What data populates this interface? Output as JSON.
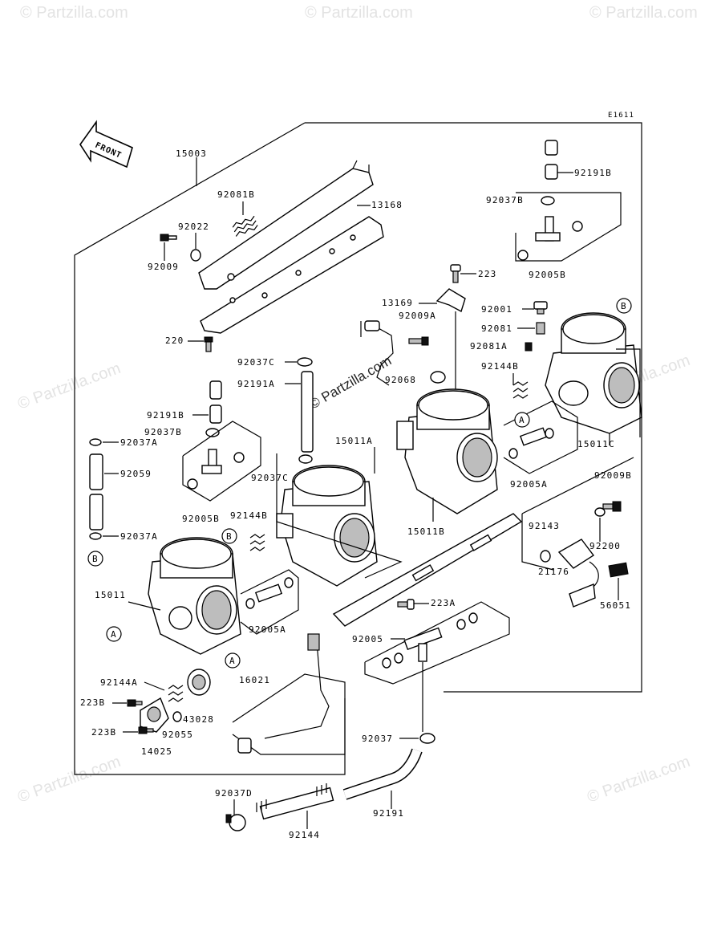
{
  "diagram_code": "E1611",
  "front_label": "FRONT",
  "watermarks": [
    "© Partzilla.com",
    "© Partzilla.com",
    "© Partzilla.com",
    "© Partzilla.com",
    "© Partzilla.com",
    "© Partzilla.com",
    "© Partzilla.com"
  ],
  "center_watermark": "© Partzilla.com",
  "labels": {
    "p15003": "15003",
    "p92081B": "92081B",
    "p13168": "13168",
    "p92022": "92022",
    "p92009": "92009",
    "p220": "220",
    "p92191B_top": "92191B",
    "p92037B_top": "92037B",
    "p92005B_top": "92005B",
    "p223": "223",
    "p13169": "13169",
    "p92009A": "92009A",
    "p92001": "92001",
    "p92081": "92081",
    "p92081A": "92081A",
    "p92144B_right": "92144B",
    "p15011C": "15011C",
    "p92037C_a": "92037C",
    "p92191A": "92191A",
    "p92068": "92068",
    "p92191B_left": "92191B",
    "p92037B_left": "92037B",
    "p92037A_top": "92037A",
    "p92059": "92059",
    "p15011A": "15011A",
    "p92037C_b": "92037C",
    "p92005B_left": "92005B",
    "p92144B_left": "92144B",
    "p92037A_bot": "92037A",
    "p15011B": "15011B",
    "p92005A_right": "92005A",
    "p92009B": "92009B",
    "p92143": "92143",
    "p92200": "92200",
    "p21176": "21176",
    "p56051": "56051",
    "p15011": "15011",
    "p223A": "223A",
    "p92005A_left": "92005A",
    "p92005": "92005",
    "p92144A": "92144A",
    "p16021": "16021",
    "p223B_a": "223B",
    "p43028": "43028",
    "p223B_b": "223B",
    "p92055": "92055",
    "p14025": "14025",
    "p92037": "92037",
    "p92037D": "92037D",
    "p92191": "92191",
    "p92144": "92144"
  },
  "callouts": {
    "a1": "A",
    "a2": "A",
    "a3": "A",
    "b1": "B",
    "b2": "B",
    "b3": "B"
  }
}
